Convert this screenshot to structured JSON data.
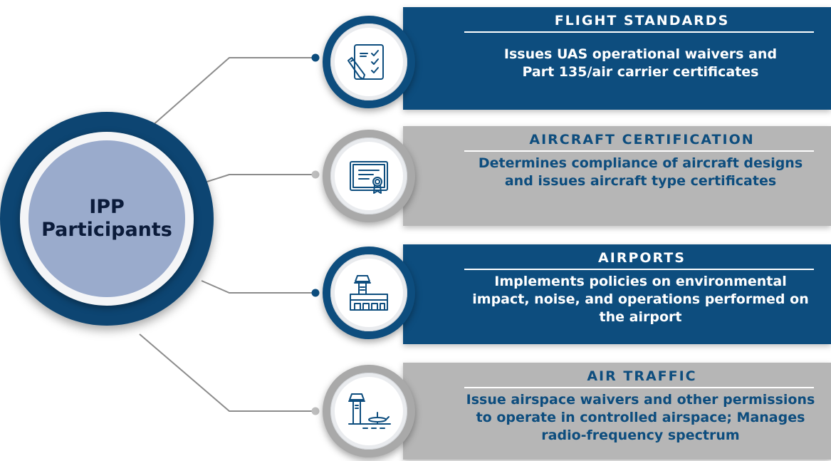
{
  "hub": {
    "line1": "IPP",
    "line2": "Participants"
  },
  "participants": [
    {
      "title": "FLIGHT STANDARDS",
      "lines": [
        "Issues UAS operational waivers and",
        "Part 135/air carrier certificates"
      ],
      "icon": "checklist-pencil-icon",
      "theme": "blue"
    },
    {
      "title": "AIRCRAFT CERTIFICATION",
      "lines": [
        "Determines compliance of aircraft designs",
        "and issues aircraft type certificates"
      ],
      "icon": "certificate-icon",
      "theme": "grey"
    },
    {
      "title": "AIRPORTS",
      "lines": [
        "Implements policies on environmental",
        "impact, noise, and operations performed on",
        "the airport"
      ],
      "icon": "airport-terminal-icon",
      "theme": "blue"
    },
    {
      "title": "AIR TRAFFIC",
      "lines": [
        "Issue airspace waivers and other permissions",
        "to operate in controlled airspace; Manages",
        "radio-frequency spectrum"
      ],
      "icon": "control-tower-airplane-icon",
      "theme": "grey"
    }
  ],
  "colors": {
    "navy": "#0d4d7e",
    "hub_dark": "#0d4572",
    "hub_fill": "#9aabcc",
    "grey_banner": "#b6b6b6",
    "connector": "#8c8c8c"
  }
}
